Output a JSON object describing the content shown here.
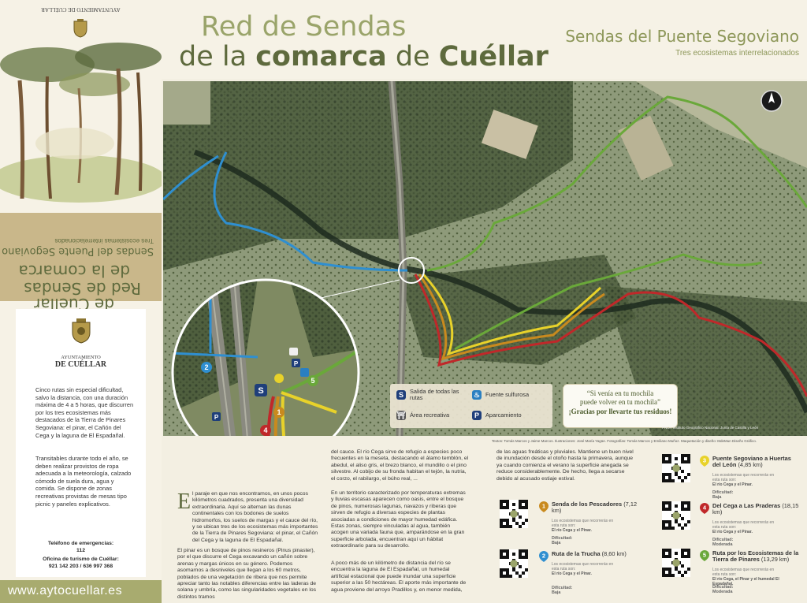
{
  "left": {
    "mirrored_title_1": "Red de Sendas",
    "mirrored_title_2": "de la comarca",
    "mirrored_title_3": "de Cuéllar",
    "mirrored_sub": "Sendas del Puente Segoviano",
    "mirrored_sub_small": "Tres ecosistemas interrelacionados",
    "top_mirrored_text": "AYUNTAMIENTO DE CUÉLLAR",
    "ayto_line1": "AYUNTAMIENTO",
    "ayto_line2": "DE CUÉLLAR",
    "para1": "Cinco rutas sin especial dificultad, salvo la distancia, con una duración máxima de 4 a 5 horas, que discurren por los tres ecosistemas más destacados de la Tierra de Pinares Segoviana: el pinar, el Cañón del Cega y la laguna de El Espadañal.",
    "para2": "Transitables durante todo el año, se deben realizar provistos de ropa adecuada a la meteorología, calzado cómodo de suela dura, agua y comida. Se dispone de zonas recreativas provistas de mesas tipo picnic y paneles explicativos.",
    "phone_label": "Teléfono de emergencias:",
    "phone": "112",
    "tourism_label": "Oficina de turismo de Cuéllar:",
    "tourism_phone": "921 142 203 / 636 997 368",
    "site": "www.aytocuellar.es"
  },
  "header": {
    "title_line1": "Red de Sendas",
    "title_line2_a": "de la ",
    "title_line2_b": "comarca",
    "title_line2_c": " de ",
    "title_line2_d": "Cuéllar",
    "subtitle": "Sendas del Puente Segoviano",
    "subsubtitle": "Tres ecosistemas interrelacionados"
  },
  "map": {
    "inset_markers": [
      "2",
      "1",
      "4",
      "5"
    ],
    "legend": [
      {
        "symbol": "S",
        "label": "Salida de todas las rutas",
        "color": "#1f3f7a"
      },
      {
        "symbol": "♨",
        "label": "Fuente sulfurosa",
        "color": "#2a7fc1"
      },
      {
        "symbol": "⛩",
        "label": "Área recreativa",
        "color": "#555555"
      },
      {
        "symbol": "P",
        "label": "Aparcamiento",
        "color": "#1f3f7a"
      }
    ],
    "quote_line1": "“Si venía en tu mochila",
    "quote_line2": "puede volver en tu mochila”",
    "quote_line3": "¡Gracias por llevarte tus residuos!",
    "map_credit": "PNOA Instituto Geográfico Nacional. Junta de Castilla y León"
  },
  "credits": "Textos: Tomás Marcos y Jaime Marcos.  Ilustraciones: José María Yagüe.  Fotografías: Tomás Marcos y Emiliano Muñoz.  Maquetación y diseño: MdeMun Diseño Gráfico.",
  "text": {
    "col1_p1_rest": "l paraje en que nos encontramos, en unos pocos kilómetros cuadrados, presenta una diversidad extraordinaria. Aquí se alternan las dunas continentales con los bodones de suelos hidromorfos, los suelos de margas y el cauce del río, y se ubican tres de los ecosistemas más importantes de la Tierra de Pinares Segoviana: el pinar, el Cañón del Cega y la laguna de El Espadañal.",
    "col1_p2": "El pinar es un bosque de pinos resineros (Pinus pinaster), por el que discurre el Cega excavando un cañón sobre arenas y margas únicos en su género. Podemos asomarnos a desniveles que llegan a los 60 metros, poblados de una vegetación de ribera que nos permite apreciar tanto las notables diferencias entre las laderas de solana y umbría, como las singularidades vegetales en los distintos tramos",
    "dropcap": "E",
    "col2_p1": "del cauce. El río Cega sirve de refugio a especies poco frecuentes en la meseta, destacando el álamo temblón, el abedul, el aliso gris, el brezo blanco, el mundillo o el pino silvestre. Al cobijo de su fronda habitan el tejón, la nutria, el corzo, el rabilargo, el búho real, ...",
    "col2_p2": "En un territorio caracterizado por temperaturas extremas y lluvias escasas aparecen como oasis, entre el bosque de pinos, numerosas lagunas, navazos y riberas que sirven de refugio a diversas especies de plantas asociadas a condiciones de mayor humedad edáfica. Estas zonas, siempre vinculadas al agua, también acogen una variada fauna que, amparándose en la gran superficie arbolada, encuentran aquí un hábitat extraordinario para su desarrollo.",
    "col2_p3": "A poco más de un kilómetro de distancia del río se encuentra la laguna de El Espadañal, un humedal artificial estacional que puede inundar una superficie superior a las 50 hectáreas. El aporte más importante de agua proviene del arroyo Pradillos y, en menor medida,",
    "col3_p1": "de las aguas freáticas y pluviales. Mantiene un buen nivel de inundación desde el otoño hasta la primavera, aunque ya cuando comienza el verano la superficie anegada se reduce considerablemente. De hecho, llega a secarse debido al acusado estiaje estival."
  },
  "routes": [
    {
      "num": "1",
      "color": "#c98a1e",
      "name": "Senda de los Pescadores",
      "length": "(7,12 km)",
      "sub1": "Los ecosistemas que recorrerás en esta ruta son:",
      "sub2": "El río Cega y el Pinar.",
      "difficulty": "Dificultad: Baja"
    },
    {
      "num": "2",
      "color": "#2f8fd0",
      "name": "Ruta de la Trucha",
      "length": "(8,60 km)",
      "sub1": "Los ecosistemas que recorrerás en esta ruta son:",
      "sub2": "El río Cega y el Pinar.",
      "difficulty": "Dificultad: Baja"
    },
    {
      "num": "3",
      "color": "#e8d22a",
      "name": "Puente Segoviano a Huertas del León",
      "length": "(4,85 km)",
      "sub1": "Los ecosistemas que recorrerás en esta ruta son:",
      "sub2": "El río Cega y el Pinar.",
      "difficulty": "Dificultad: Baja"
    },
    {
      "num": "4",
      "color": "#c0282a",
      "name": "Del Cega a Las Praderas",
      "length": "(18,15 km)",
      "sub1": "Los ecosistemas que recorrerás en esta ruta son:",
      "sub2": "El río Cega y el Pinar.",
      "difficulty": "Dificultad: Moderada"
    },
    {
      "num": "5",
      "color": "#6aa83a",
      "name": "Ruta por los Ecosistemas de la Tierra de Pinares",
      "length": "(13,29 km)",
      "sub1": "Los ecosistemas que recorrerás en esta ruta son:",
      "sub2": "El río Cega, el Pinar y el humedal El Espadañal.",
      "difficulty": "Dificultad: Moderada"
    }
  ],
  "colors": {
    "olive": "#5e6a3d",
    "olive_light": "#9aa46a",
    "sand": "#c9b78a",
    "route_blue": "#2f8fd0",
    "route_green": "#6aa83a",
    "route_yellow": "#e8d22a",
    "route_red": "#c0282a",
    "route_orange": "#c98a1e"
  }
}
